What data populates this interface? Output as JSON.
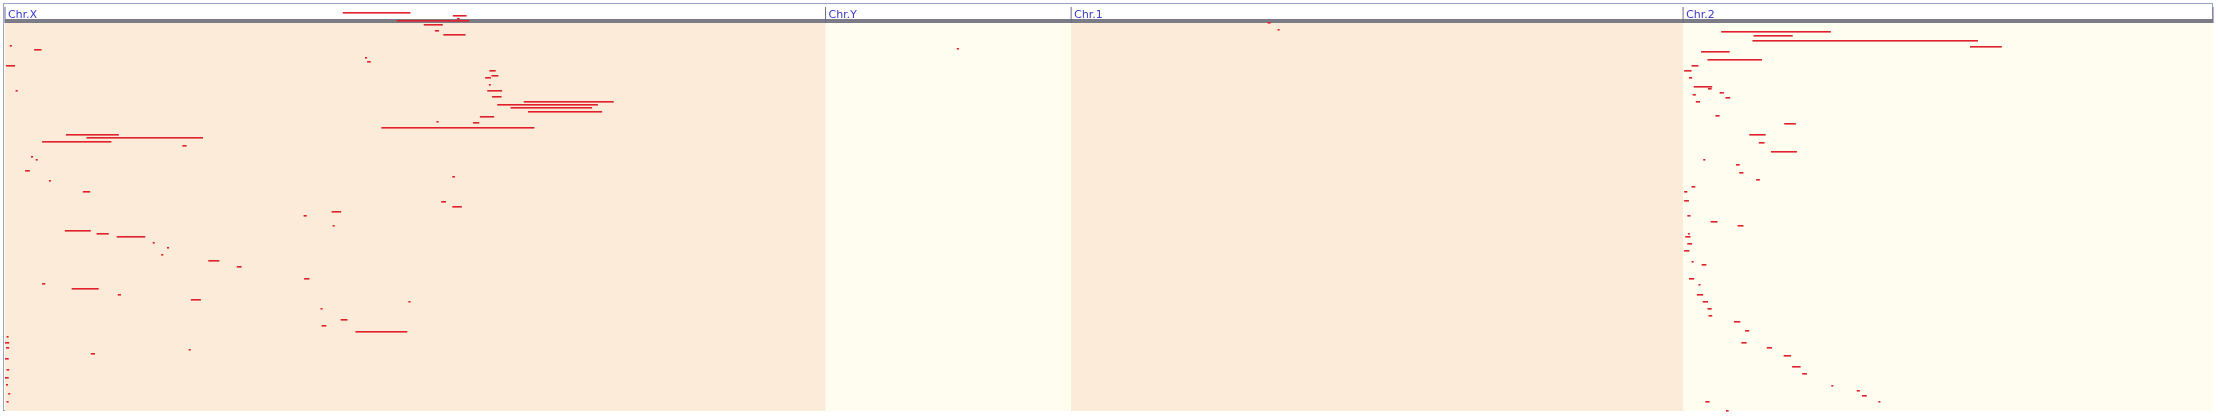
{
  "chart_data": {
    "type": "genome-feature-map",
    "colors": {
      "band_a": "#fbebd8",
      "band_b": "#fffdf0",
      "header_bar": "#7c7c86",
      "tick": "#6a6a90",
      "label": "#3a3acf",
      "feature": "#e0202a",
      "border": "#9aa4c8"
    },
    "chromosomes": [
      {
        "name": "Chr.X",
        "length": 155.0,
        "features": [
          [
            0.2,
            1.9,
            62
          ],
          [
            2.0,
            2.4,
            87
          ],
          [
            63.8,
            76.6,
            9
          ],
          [
            84.6,
            87.2,
            12
          ],
          [
            85.4,
            85.9,
            15
          ],
          [
            74.0,
            87.7,
            17
          ],
          [
            79.1,
            82.7,
            21
          ],
          [
            81.2,
            82.0,
            27
          ],
          [
            82.8,
            87.0,
            31
          ],
          [
            0.9,
            1.3,
            42
          ],
          [
            5.5,
            6.9,
            46
          ],
          [
            68.0,
            68.4,
            54
          ],
          [
            68.4,
            69.1,
            58
          ],
          [
            91.5,
            92.7,
            67
          ],
          [
            91.9,
            93.2,
            72
          ],
          [
            90.7,
            91.8,
            74
          ],
          [
            91.4,
            91.6,
            81
          ],
          [
            91.1,
            93.9,
            87
          ],
          [
            92.0,
            93.8,
            93
          ],
          [
            98.0,
            115.0,
            98
          ],
          [
            93.0,
            112.0,
            101
          ],
          [
            95.5,
            110.9,
            104
          ],
          [
            98.8,
            112.8,
            108
          ],
          [
            89.7,
            92.4,
            113
          ],
          [
            81.5,
            81.9,
            118
          ],
          [
            88.4,
            89.6,
            119
          ],
          [
            71.1,
            100.0,
            124
          ],
          [
            11.5,
            21.5,
            131
          ],
          [
            15.4,
            37.4,
            134
          ],
          [
            7.0,
            20.1,
            138
          ],
          [
            33.5,
            34.3,
            142
          ],
          [
            4.9,
            5.3,
            153
          ],
          [
            5.8,
            6.1,
            156
          ],
          [
            3.8,
            4.7,
            167
          ],
          [
            84.5,
            85.0,
            173
          ],
          [
            8.3,
            8.6,
            177
          ],
          [
            14.7,
            16.1,
            188
          ],
          [
            82.4,
            83.3,
            198
          ],
          [
            84.5,
            86.3,
            203
          ],
          [
            61.7,
            63.5,
            208
          ],
          [
            56.4,
            57.0,
            212
          ],
          [
            61.9,
            62.2,
            222
          ],
          [
            11.3,
            16.2,
            227
          ],
          [
            17.3,
            19.6,
            230
          ],
          [
            21.1,
            26.5,
            233
          ],
          [
            27.9,
            28.2,
            239
          ],
          [
            30.6,
            30.9,
            244
          ],
          [
            29.5,
            29.9,
            251
          ],
          [
            38.4,
            40.5,
            257
          ],
          [
            43.8,
            44.7,
            263
          ],
          [
            56.5,
            57.5,
            275
          ],
          [
            7.0,
            7.6,
            280
          ],
          [
            12.6,
            17.7,
            285
          ],
          [
            21.3,
            21.9,
            291
          ],
          [
            35.1,
            37.0,
            296
          ],
          [
            76.2,
            76.6,
            298
          ],
          [
            59.6,
            59.8,
            305
          ],
          [
            63.4,
            64.7,
            316
          ],
          [
            59.8,
            60.7,
            322
          ],
          [
            66.2,
            76.0,
            328
          ],
          [
            0.3,
            0.6,
            333
          ],
          [
            0.0,
            0.8,
            339
          ],
          [
            0.2,
            0.8,
            344
          ],
          [
            34.7,
            35.0,
            346
          ],
          [
            16.2,
            17.0,
            350
          ],
          [
            0.0,
            0.7,
            355
          ],
          [
            0.3,
            0.8,
            366
          ],
          [
            0.0,
            0.7,
            374
          ],
          [
            0.2,
            0.5,
            381
          ],
          [
            0.6,
            0.8,
            390
          ],
          [
            0.3,
            0.5,
            398
          ]
        ]
      },
      {
        "name": "Chr.Y",
        "length": 46.4,
        "features": [
          [
            24.8,
            25.2,
            45
          ]
        ]
      },
      {
        "name": "Chr.1",
        "length": 115.6,
        "features": [
          [
            37.1,
            37.7,
            19
          ],
          [
            39.0,
            39.2,
            26
          ]
        ]
      },
      {
        "name": "Chr.2",
        "length": 100.1,
        "features": [
          [
            7.2,
            27.9,
            28
          ],
          [
            13.3,
            20.7,
            32
          ],
          [
            13.1,
            55.7,
            37
          ],
          [
            54.2,
            60.2,
            43
          ],
          [
            3.4,
            8.8,
            48
          ],
          [
            4.6,
            14.9,
            56
          ],
          [
            1.6,
            2.9,
            62
          ],
          [
            0.2,
            1.6,
            67
          ],
          [
            1.1,
            1.7,
            74
          ],
          [
            2.0,
            5.5,
            83
          ],
          [
            4.7,
            5.4,
            85
          ],
          [
            6.9,
            7.7,
            89
          ],
          [
            1.8,
            2.4,
            91
          ],
          [
            8.0,
            8.9,
            94
          ],
          [
            2.4,
            3.2,
            98
          ],
          [
            6.1,
            6.9,
            112
          ],
          [
            19.1,
            21.3,
            120
          ],
          [
            12.5,
            15.6,
            131
          ],
          [
            14.3,
            15.4,
            139
          ],
          [
            16.6,
            21.5,
            148
          ],
          [
            3.8,
            4.2,
            156
          ],
          [
            10.0,
            10.7,
            161
          ],
          [
            10.6,
            11.4,
            169
          ],
          [
            13.8,
            14.5,
            176
          ],
          [
            1.6,
            2.3,
            183
          ],
          [
            0.2,
            0.8,
            188
          ],
          [
            0.2,
            1.1,
            197
          ],
          [
            0.8,
            1.4,
            212
          ],
          [
            5.2,
            6.5,
            218
          ],
          [
            10.3,
            11.4,
            222
          ],
          [
            0.9,
            1.1,
            230
          ],
          [
            0.4,
            1.4,
            233
          ],
          [
            0.8,
            1.7,
            240
          ],
          [
            0.2,
            1.2,
            247
          ],
          [
            1.6,
            2.0,
            258
          ],
          [
            3.5,
            4.4,
            261
          ],
          [
            1.1,
            2.1,
            275
          ],
          [
            2.9,
            3.1,
            281
          ],
          [
            2.6,
            3.8,
            291
          ],
          [
            3.7,
            4.7,
            298
          ],
          [
            4.6,
            5.4,
            305
          ],
          [
            4.8,
            5.5,
            312
          ],
          [
            9.6,
            10.8,
            318
          ],
          [
            11.7,
            12.5,
            327
          ],
          [
            11.0,
            12.0,
            339
          ],
          [
            15.8,
            16.8,
            344
          ],
          [
            19.0,
            20.4,
            352
          ],
          [
            20.6,
            22.2,
            363
          ],
          [
            22.5,
            23.4,
            370
          ],
          [
            28.0,
            28.2,
            382
          ],
          [
            32.8,
            33.4,
            387
          ],
          [
            33.8,
            34.7,
            392
          ],
          [
            36.9,
            37.2,
            398
          ],
          [
            4.2,
            5.0,
            398
          ],
          [
            8.1,
            8.6,
            407
          ]
        ]
      }
    ]
  }
}
